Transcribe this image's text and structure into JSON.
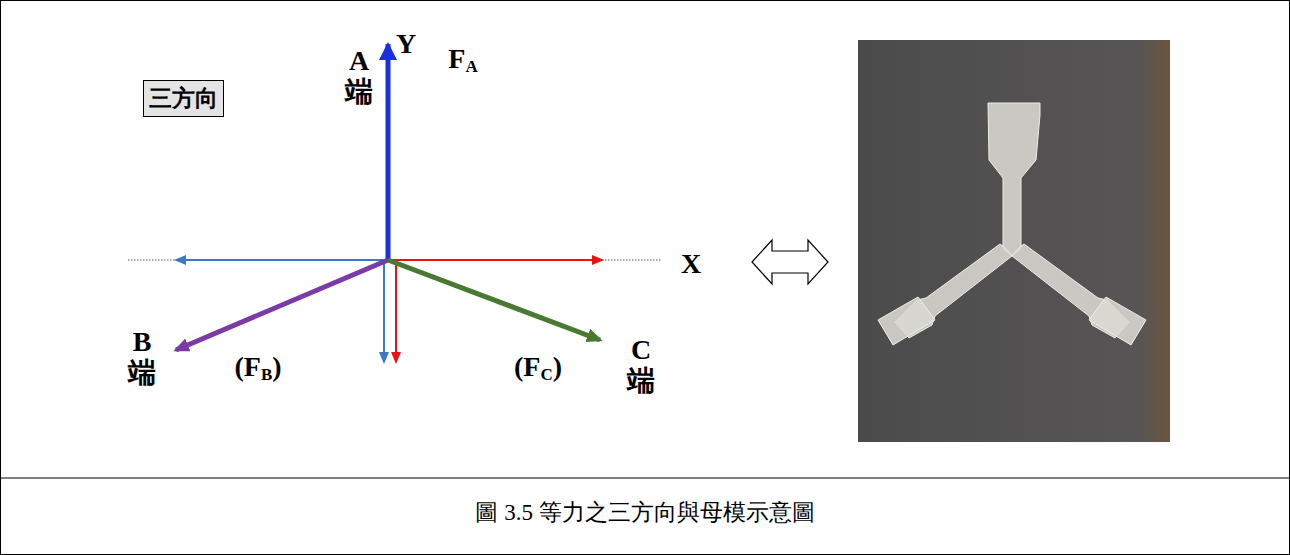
{
  "diagram": {
    "caption": "圖 3.5 等力之三方向與母模示意圖",
    "nodes": [
      {
        "text": [
          "三方向"
        ]
      }
    ],
    "edges": [],
    "labels": [
      "Y",
      "A 端",
      "FA",
      "X",
      "B 端",
      "(FB)",
      "(FC)",
      "C 端"
    ]
  }
}
